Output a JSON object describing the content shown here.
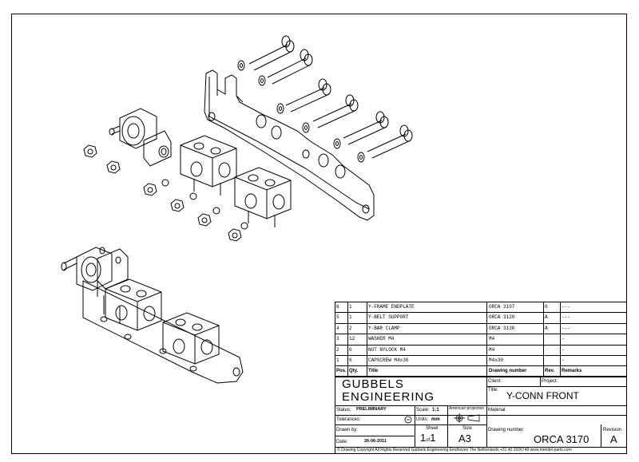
{
  "bom": {
    "rows": [
      {
        "pos": "6",
        "qty": "1",
        "title": "Y-FRAME ENDPLATE",
        "drawing_number": "ORCA 3107",
        "rev": "0",
        "remarks": "---"
      },
      {
        "pos": "5",
        "qty": "1",
        "title": "Y-BELT SUPPORT",
        "drawing_number": "ORCA 3120",
        "rev": "A",
        "remarks": "---"
      },
      {
        "pos": "4",
        "qty": "2",
        "title": "Y-BAR CLAMP",
        "drawing_number": "ORCA 3130",
        "rev": "A",
        "remarks": "---"
      },
      {
        "pos": "3",
        "qty": "12",
        "title": "WASHER M4",
        "drawing_number": "M4",
        "rev": "",
        "remarks": "-"
      },
      {
        "pos": "2",
        "qty": "6",
        "title": "NUT NYLOCK M4",
        "drawing_number": "M4",
        "rev": "",
        "remarks": "-"
      },
      {
        "pos": "1",
        "qty": "6",
        "title": "CAPSCREW M4x30",
        "drawing_number": "M4x30",
        "rev": "",
        "remarks": "-"
      }
    ],
    "headers": {
      "pos": "Pos.",
      "qty": "Qty.",
      "title": "Title",
      "drawing_number": "Drawing number",
      "rev": "Rev.",
      "remarks": "Remarks"
    }
  },
  "company": {
    "line1": "GUBBELS",
    "line2": "ENGINEERING"
  },
  "client_label": "Client:",
  "project_label": "Project:",
  "title_label": "Title:",
  "title": "Y-CONN  FRONT",
  "status_label": "Status:",
  "status": "PRELIMINARY",
  "scale_label": "Scale:",
  "scale": "1:1",
  "american_projection": "American projection",
  "material_label": "Material:",
  "tolerances_label": "Tolerances:",
  "units_label": "Units:",
  "units": "mm",
  "drawn_by_label": "Drawn by:",
  "sheet_label": "Sheet",
  "sheet_num": "1",
  "sheet_of": "of",
  "sheet_total": "1",
  "size_label": "Size",
  "size": "A3",
  "drawing_number_label": "Drawing number:",
  "drawing_number": "ORCA  3170",
  "revision_label": "Revision",
  "revision": "A",
  "date_label": "Date:",
  "date": "26-06-2011",
  "footer": "© Drawing Copyright    All Rights Reserved    Gubbels Engineering    Eindhoven  The Netherlands  +31 40 2026749  www.mendel-parts.com"
}
